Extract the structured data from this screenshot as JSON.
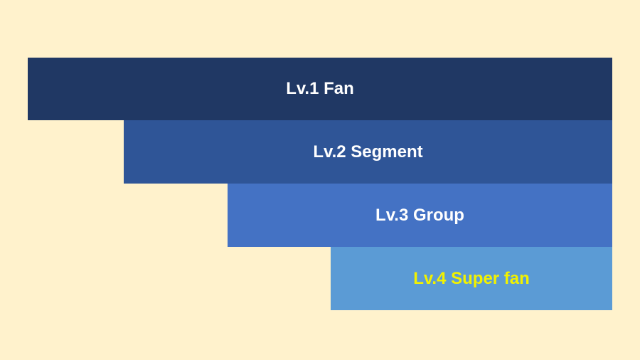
{
  "levels": [
    {
      "label": "Lv.1 Fan",
      "background": "#203864",
      "text_color": "#FFFFFF"
    },
    {
      "label": "Lv.2 Segment",
      "background": "#2F5597",
      "text_color": "#FFFFFF"
    },
    {
      "label": "Lv.3 Group",
      "background": "#4472C4",
      "text_color": "#FFFFFF"
    },
    {
      "label": "Lv.4 Super fan",
      "background": "#5B9BD5",
      "text_color": "#F2F200"
    }
  ],
  "colors": {
    "background": "#FFF2CC"
  }
}
